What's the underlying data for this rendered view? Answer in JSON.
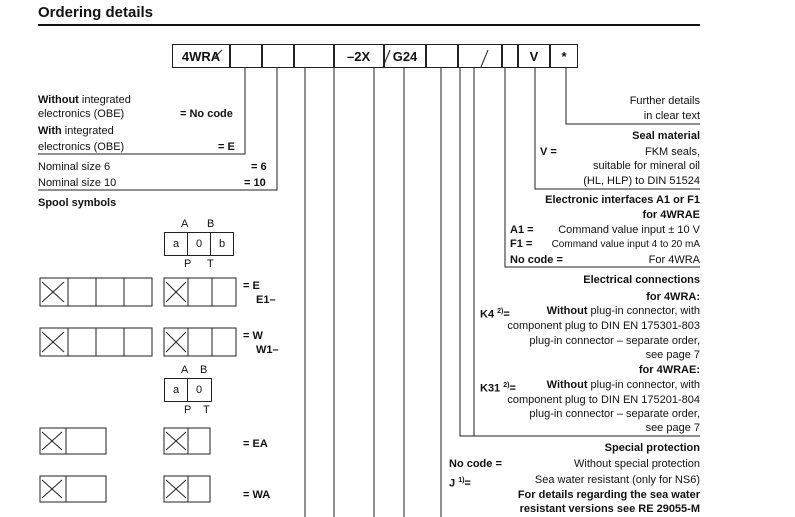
{
  "title": "Ordering details",
  "code": {
    "c1": "4WRA",
    "c2": "–2X",
    "c3": "G24",
    "c4": "V",
    "c5": "*"
  },
  "left": {
    "obe_none_bold": "Without",
    "obe_none_rest": " integrated",
    "obe_none_line2": "electronics (OBE)",
    "obe_none_code": "= No code",
    "obe_with_bold": "With",
    "obe_with_rest": " integrated",
    "obe_with_line2": "electronics (OBE)",
    "obe_with_code": "= E",
    "ns6": "Nominal size 6",
    "ns6_code": "= 6",
    "ns10": "Nominal size 10",
    "ns10_code": "= 10",
    "spool_title": "Spool symbols",
    "sym_e": "= E",
    "sym_e1": "E1–",
    "sym_w": "= W",
    "sym_w1": "W1–",
    "sym_ea": "= EA",
    "sym_wa": "= WA",
    "port_a": "A",
    "port_b": "B",
    "port_p": "P",
    "port_t": "T",
    "box_a": "a",
    "box_0": "0",
    "box_b": "b"
  },
  "right": {
    "further1": "Further details",
    "further2": "in clear text",
    "seal_title": "Seal material",
    "seal_v": "V =",
    "seal_l1": "FKM seals,",
    "seal_l2": "suitable for mineral oil",
    "seal_l3": "(HL, HLP) to DIN 51524",
    "iface_title": "Electronic interfaces A1 or F1",
    "iface_sub": "for 4WRAE",
    "a1_code": "A1 =",
    "a1_text": "Command value input ± 10 V",
    "f1_code": "F1 =",
    "f1_text": "Command value input 4 to 20 mA",
    "nocode_code": "No code =",
    "nocode_text": "For 4WRA",
    "elec_title": "Electrical connections",
    "elec_sub1": "for 4WRA:",
    "k4_code": "K4",
    "k4_sup": "2)",
    "k4_eq": "=",
    "k4_bold": "Without",
    "k4_rest": " plug-in connector, with",
    "k4_l2": "component plug to DIN EN 175301-803",
    "k4_l3": "plug-in connector – separate order,",
    "k4_l4": "see page 7",
    "elec_sub2": "for 4WRAE:",
    "k31_code": "K31",
    "k31_sup": "2)",
    "k31_eq": "=",
    "k31_bold": "Without",
    "k31_rest": " plug-in connector, with",
    "k31_l2": "component plug to DIN EN 175201-804",
    "k31_l3": "plug-in connector – separate order,",
    "k31_l4": "see page 7",
    "sp_title": "Special protection",
    "sp_no_code": "No code =",
    "sp_no_text": "Without special protection",
    "sp_j_code": "J",
    "sp_j_sup": "1)",
    "sp_j_eq": "=",
    "sp_j_text": "Sea water resistant (only for NS6)",
    "sp_note1": "For details regarding the sea water",
    "sp_note2": "resistant versions see RE 29055-M"
  }
}
